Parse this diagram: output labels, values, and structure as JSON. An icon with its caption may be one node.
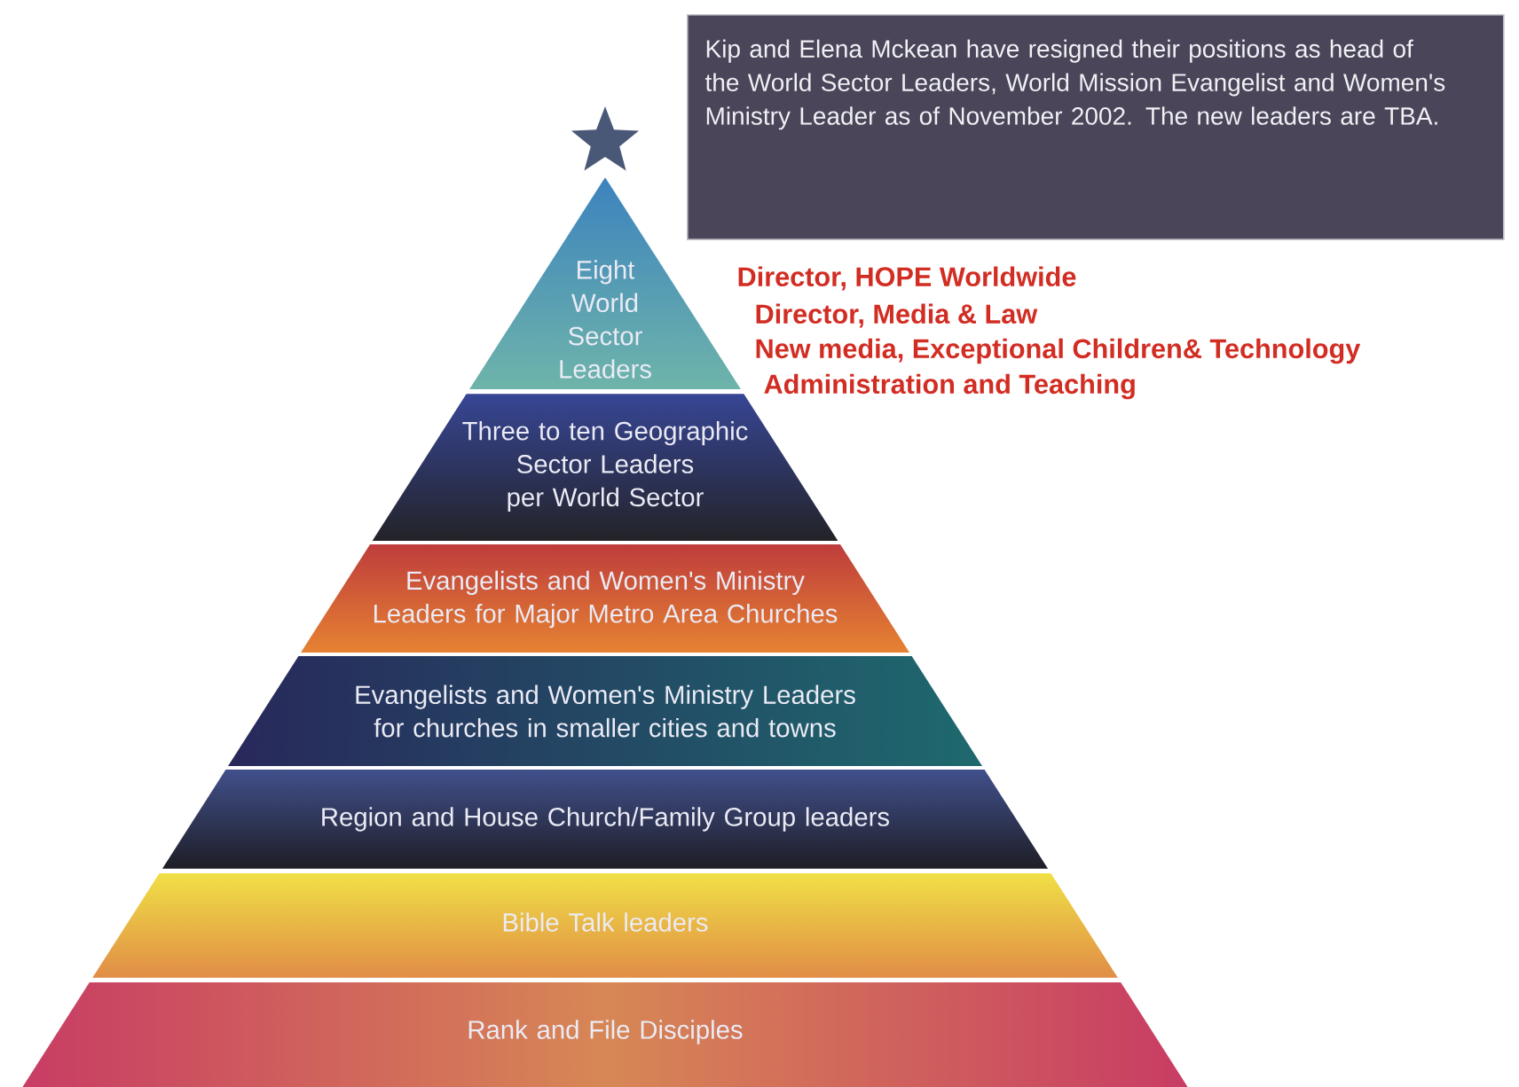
{
  "diagram": {
    "nodes": [
      {
        "text": [
          "Kip and Elena Mckean have resigned their positions as head of the World Sector Leaders, World Mission Evangelist and Women's Ministry Leader as of November 2002. The new leaders are TBA."
        ]
      },
      {
        "text": [
          "Eight World Sector Leaders"
        ]
      },
      {
        "text": [
          "Three to ten Geographic Sector Leaders per World Sector"
        ]
      },
      {
        "text": [
          "Evangelists and Women's Ministry Leaders for Major Metro Area Churches"
        ]
      },
      {
        "text": [
          "Evangelists and Women's Ministry Leaders for churches in smaller cities and towns"
        ]
      },
      {
        "text": [
          "Region and House Church/Family Group leaders"
        ]
      },
      {
        "text": [
          "Bible Talk leaders"
        ]
      },
      {
        "text": [
          "Rank and File Disciples"
        ]
      }
    ],
    "labels": [
      "Director, HOPE Worldwide",
      "Director, Media & Law",
      "New media, Exceptional Children& Technology",
      "Administration and Teaching"
    ]
  }
}
